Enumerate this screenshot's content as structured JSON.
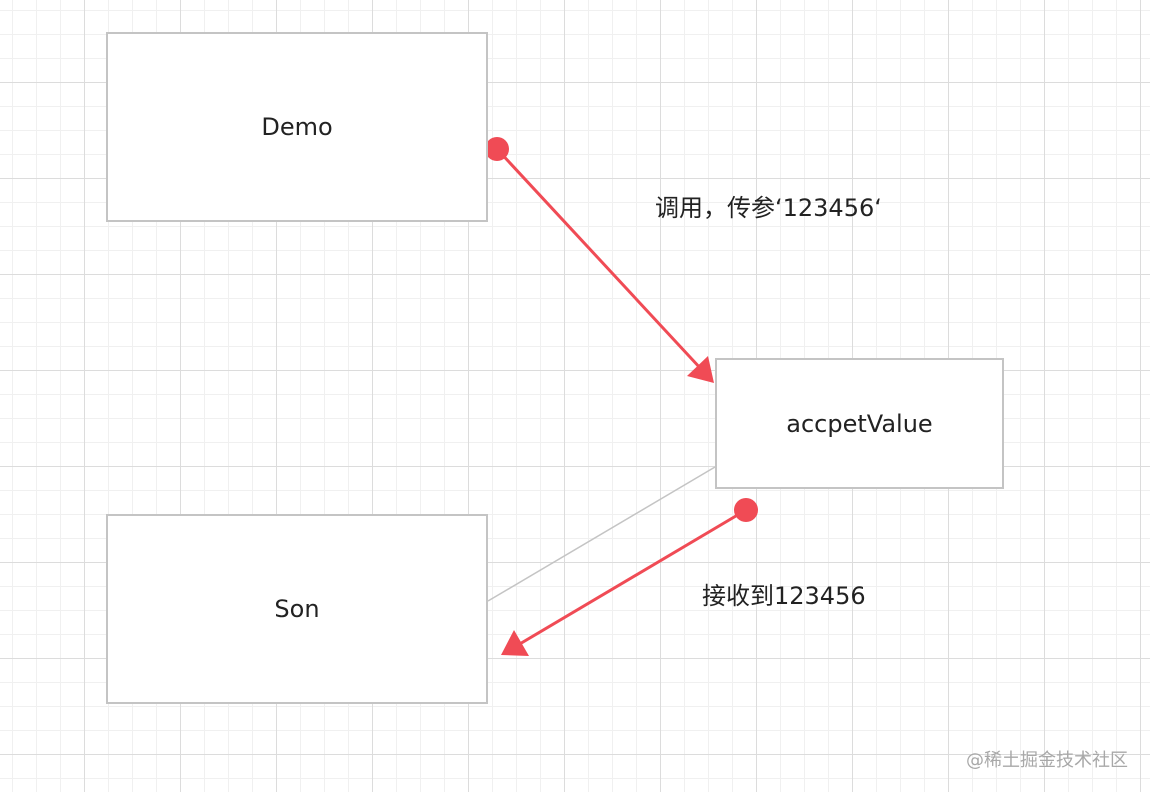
{
  "nodes": {
    "demo": "Demo",
    "accept_value": "accpetValue",
    "son": "Son"
  },
  "edges": {
    "call_label": "调用，传参‘123456‘",
    "receive_label": "接收到123456"
  },
  "watermark": "@稀土掘金技术社区",
  "colors": {
    "arrow": "#f04b55",
    "node_border": "#c4c4c4",
    "plain_connector": "#c4c4c4",
    "grid": "#dcdcdc"
  }
}
